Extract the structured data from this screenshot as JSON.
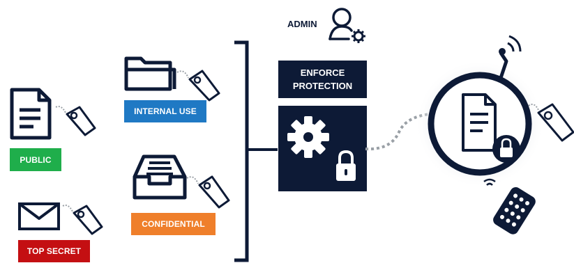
{
  "admin": {
    "label": "ADMIN",
    "icon": "admin-user-gear-icon"
  },
  "enforce": {
    "line1": "ENFORCE",
    "line2": "PROTECTION"
  },
  "documents": [
    {
      "label": "PUBLIC",
      "color": "#1fae4b",
      "icon": "document-icon"
    },
    {
      "label": "INTERNAL USE",
      "color": "#1f79c4",
      "icon": "folder-icon"
    },
    {
      "label": "CONFIDENTIAL",
      "color": "#ef7f2b",
      "icon": "inbox-tray-icon"
    },
    {
      "label": "TOP SECRET",
      "color": "#c40f12",
      "icon": "envelope-icon"
    }
  ],
  "colors": {
    "navy": "#0d1a36",
    "dots": "#9aa0a6"
  }
}
